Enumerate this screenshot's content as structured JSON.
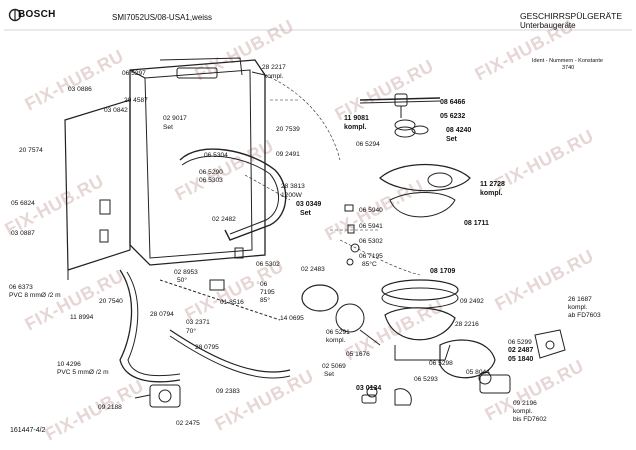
{
  "header": {
    "brand": "BOSCH",
    "model": "SMI7052US/08-USA1,weiss",
    "category_line1": "GESCHIRRSPÜLGERÄTE",
    "category_line2": "Unterbaugeräte",
    "ident_line1": "Ident - Nummern - Konstante",
    "ident_line2": "3740"
  },
  "footer": {
    "drawing_number": "161447-4/2"
  },
  "watermark": "FIX-HUB.RU",
  "labels": {
    "l01": "06 5297",
    "l02": "28 2217",
    "l03": "kompl.",
    "l04": "03 0886",
    "l05": "20 4587",
    "l06": "03 0842",
    "l07": "02 9017",
    "l08": "Set",
    "l09": "20 7539",
    "l10": "20 7574",
    "l11": "06 5304",
    "l12": "09 2491",
    "l13": "06 5290",
    "l14": "06 5303",
    "l15": "28 3813",
    "l16": "1200W",
    "l17": "05 6824",
    "l18": "02 2482",
    "l19": "03 0887",
    "l20": "06 5302",
    "l21": "02 2483",
    "l22": "02 8953",
    "l23": "50°",
    "l24": "06 6373",
    "l25": "PVC 8 mmØ /2 m",
    "l26": "20 7540",
    "l27": "06",
    "l28": "7195",
    "l29": "85°",
    "l30": "01 8516",
    "l31": "11 8994",
    "l32": "28 0794",
    "l33": "03 2371",
    "l34": "70°",
    "l35": "28 0795",
    "l36": "10 4296",
    "l37": "PVC 5 mmØ /2 m",
    "l38": "09 2188",
    "l39": "09 2383",
    "l40": "02 2475",
    "l41": "11 9081",
    "l42": "kompl.",
    "l43": "08 6466",
    "l44": "05 6232",
    "l45": "08 4240",
    "l46": "Set",
    "l47": "06 5294",
    "l48": "11 2728",
    "l49": "kompl.",
    "l50": "03 0349",
    "l51": "Set",
    "l52": "06 5940",
    "l53": "08 1711",
    "l54": "06 5941",
    "l55": "06 5302",
    "l56": "06 7195",
    "l57": "85°C",
    "l58": "08 1709",
    "l59": "09 2492",
    "l60": "14 0695",
    "l61": "06 5291",
    "l62": "kompl.",
    "l63": "05 1676",
    "l64": "28 2216",
    "l65": "06 5299",
    "l66": "02 2487",
    "l67": "05 1840",
    "l68": "06 5298",
    "l69": "05 8044",
    "l70": "02 5069",
    "l71": "Set",
    "l72": "03 0134",
    "l73": "06 5293",
    "l74": "26 1687",
    "l75": "kompl.",
    "l76": "ab FD7603",
    "l77": "09 2196",
    "l78": "kompl.",
    "l79": "bis FD7602"
  }
}
